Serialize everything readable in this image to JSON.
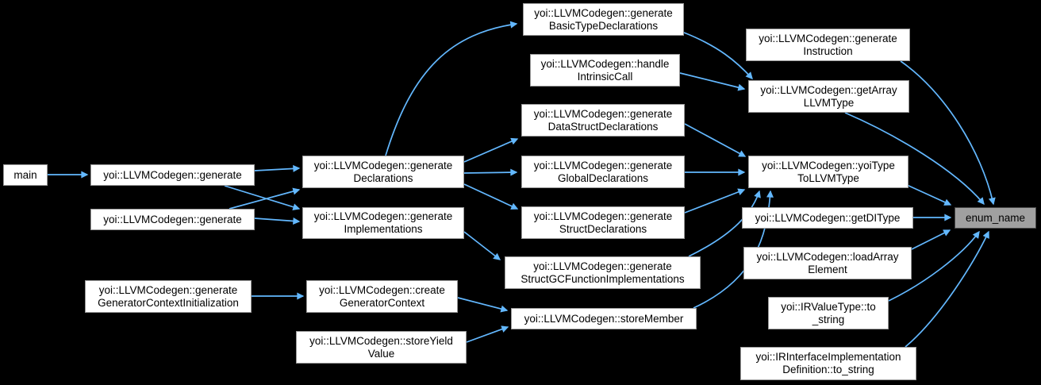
{
  "graph": {
    "type": "caller-graph",
    "highlighted_node": "enum_name",
    "colors": {
      "background": "#000000",
      "edge": "#63b8ff",
      "node_fill": "#ffffff",
      "node_border": "#9a9a9a",
      "node_text": "#000000",
      "highlight_fill": "#a0a0a0",
      "highlight_border": "#484848"
    },
    "nodes": [
      {
        "id": "main",
        "lines": [
          "main"
        ]
      },
      {
        "id": "generate",
        "lines": [
          "yoi::LLVMCodegen::generate"
        ]
      },
      {
        "id": "generate_2",
        "lines": [
          "yoi::LLVMCodegen::generate"
        ]
      },
      {
        "id": "generateDeclarations",
        "lines": [
          "yoi::LLVMCodegen::generate",
          "Declarations"
        ]
      },
      {
        "id": "generateImplementations",
        "lines": [
          "yoi::LLVMCodegen::generate",
          "Implementations"
        ]
      },
      {
        "id": "generateBasicTypeDeclarations",
        "lines": [
          "yoi::LLVMCodegen::generate",
          "BasicTypeDeclarations"
        ]
      },
      {
        "id": "handleIntrinsicCall",
        "lines": [
          "yoi::LLVMCodegen::handle",
          "IntrinsicCall"
        ]
      },
      {
        "id": "generateDataStructDeclarations",
        "lines": [
          "yoi::LLVMCodegen::generate",
          "DataStructDeclarations"
        ]
      },
      {
        "id": "generateGlobalDeclarations",
        "lines": [
          "yoi::LLVMCodegen::generate",
          "GlobalDeclarations"
        ]
      },
      {
        "id": "generateStructDeclarations",
        "lines": [
          "yoi::LLVMCodegen::generate",
          "StructDeclarations"
        ]
      },
      {
        "id": "generateStructGCFunctionImplementations",
        "lines": [
          "yoi::LLVMCodegen::generate",
          "StructGCFunctionImplementations"
        ]
      },
      {
        "id": "storeMember",
        "lines": [
          "yoi::LLVMCodegen::storeMember"
        ]
      },
      {
        "id": "generateGeneratorContextInitialization",
        "lines": [
          "yoi::LLVMCodegen::generate",
          "GeneratorContextInitialization"
        ]
      },
      {
        "id": "createGeneratorContext",
        "lines": [
          "yoi::LLVMCodegen::create",
          "GeneratorContext"
        ]
      },
      {
        "id": "storeYieldValue",
        "lines": [
          "yoi::LLVMCodegen::storeYield",
          "Value"
        ]
      },
      {
        "id": "generateInstruction",
        "lines": [
          "yoi::LLVMCodegen::generate",
          "Instruction"
        ]
      },
      {
        "id": "getArrayLLVMType",
        "lines": [
          "yoi::LLVMCodegen::getArray",
          "LLVMType"
        ]
      },
      {
        "id": "yoiTypeToLLVMType",
        "lines": [
          "yoi::LLVMCodegen::yoiType",
          "ToLLVMType"
        ]
      },
      {
        "id": "getDIType",
        "lines": [
          "yoi::LLVMCodegen::getDIType"
        ]
      },
      {
        "id": "loadArrayElement",
        "lines": [
          "yoi::LLVMCodegen::loadArray",
          "Element"
        ]
      },
      {
        "id": "IRValueType_to_string",
        "lines": [
          "yoi::IRValueType::to",
          "_string"
        ]
      },
      {
        "id": "IRInterfaceImplementationDefinition_to_string",
        "lines": [
          "yoi::IRInterfaceImplementation",
          "Definition::to_string"
        ]
      },
      {
        "id": "enum_name",
        "lines": [
          "enum_name"
        ],
        "highlighted": true
      }
    ],
    "edges": [
      {
        "from": "main",
        "to": "generate"
      },
      {
        "from": "generate",
        "to": "generateDeclarations"
      },
      {
        "from": "generate",
        "to": "generateImplementations"
      },
      {
        "from": "generate_2",
        "to": "generateDeclarations"
      },
      {
        "from": "generate_2",
        "to": "generateImplementations"
      },
      {
        "from": "generateDeclarations",
        "to": "generateBasicTypeDeclarations"
      },
      {
        "from": "generateDeclarations",
        "to": "generateDataStructDeclarations"
      },
      {
        "from": "generateDeclarations",
        "to": "generateGlobalDeclarations"
      },
      {
        "from": "generateDeclarations",
        "to": "generateStructDeclarations"
      },
      {
        "from": "generateImplementations",
        "to": "generateStructGCFunctionImplementations"
      },
      {
        "from": "generateBasicTypeDeclarations",
        "to": "getArrayLLVMType"
      },
      {
        "from": "handleIntrinsicCall",
        "to": "getArrayLLVMType"
      },
      {
        "from": "generateDataStructDeclarations",
        "to": "yoiTypeToLLVMType"
      },
      {
        "from": "generateGlobalDeclarations",
        "to": "yoiTypeToLLVMType"
      },
      {
        "from": "generateStructDeclarations",
        "to": "yoiTypeToLLVMType"
      },
      {
        "from": "generateStructGCFunctionImplementations",
        "to": "yoiTypeToLLVMType"
      },
      {
        "from": "storeMember",
        "to": "yoiTypeToLLVMType"
      },
      {
        "from": "generateGeneratorContextInitialization",
        "to": "createGeneratorContext"
      },
      {
        "from": "createGeneratorContext",
        "to": "storeMember"
      },
      {
        "from": "storeYieldValue",
        "to": "storeMember"
      },
      {
        "from": "generateInstruction",
        "to": "enum_name"
      },
      {
        "from": "getArrayLLVMType",
        "to": "enum_name"
      },
      {
        "from": "yoiTypeToLLVMType",
        "to": "enum_name"
      },
      {
        "from": "getDIType",
        "to": "enum_name"
      },
      {
        "from": "loadArrayElement",
        "to": "enum_name"
      },
      {
        "from": "IRValueType_to_string",
        "to": "enum_name"
      },
      {
        "from": "IRInterfaceImplementationDefinition_to_string",
        "to": "enum_name"
      }
    ]
  }
}
